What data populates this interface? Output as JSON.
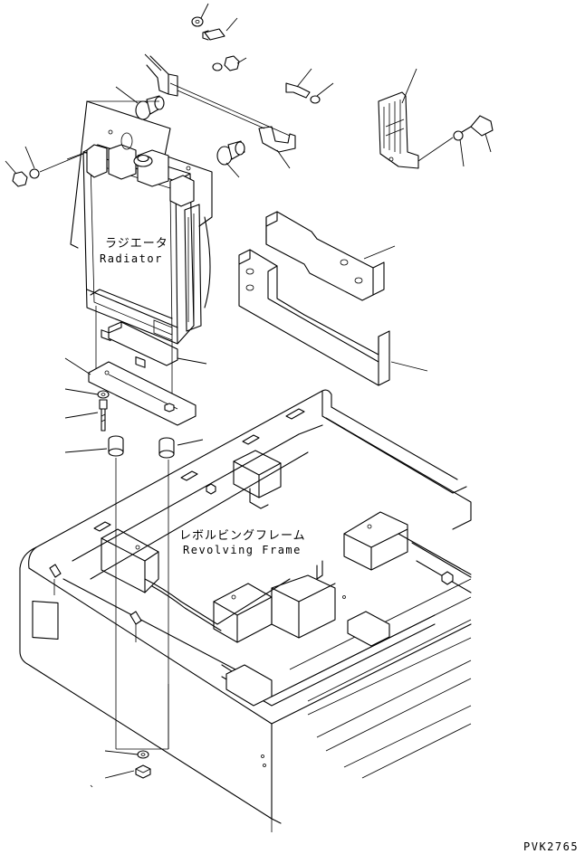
{
  "labels": {
    "radiator_jp": "ラジエータ",
    "radiator_en": "Radiator",
    "frame_jp": "レボルビングフレーム",
    "frame_en": "Revolving Frame"
  },
  "drawing_code": "PVK2765"
}
